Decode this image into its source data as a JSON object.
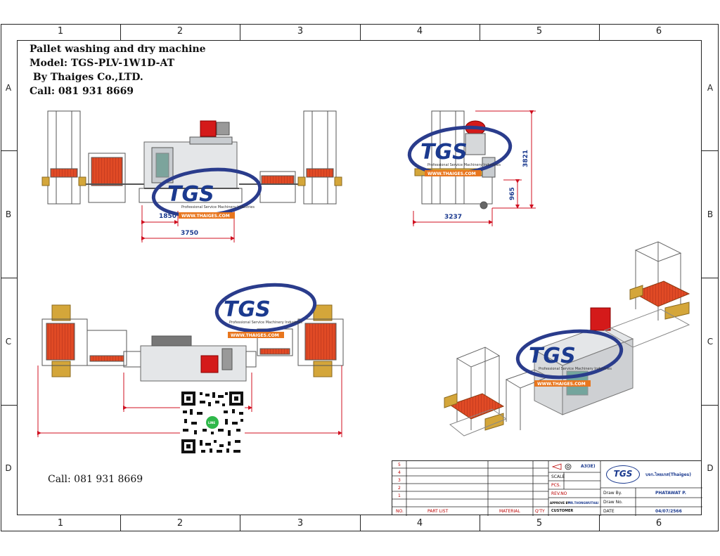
{
  "header": {
    "title": "Pallet washing and dry machine",
    "model": "Model: TGS-PLV-1W1D-AT",
    "by": " By Thaiges Co.,LTD.",
    "call": "Call: 081 931 8669"
  },
  "footer_call": "Call: 081 931 8669",
  "zones": {
    "columns": [
      "1",
      "2",
      "3",
      "4",
      "5",
      "6"
    ],
    "rows": [
      "A",
      "B",
      "C",
      "D"
    ]
  },
  "logo": {
    "text": "TGS",
    "tagline": "Professional Service Machinery Industries",
    "website": "WWW.THAIGES.COM"
  },
  "dimensions": {
    "front_view": [
      "1850",
      "3750"
    ],
    "side_view": [
      "3237",
      "3821",
      "965"
    ]
  },
  "qr": {
    "badge": "LINE"
  },
  "title_block": {
    "row_numbers": [
      "5",
      "4",
      "3",
      "2",
      "1"
    ],
    "col_no": "NO.",
    "col_part": "PART LIST",
    "col_material": "MATERIAL",
    "col_qty": "Q'TY",
    "customer": "CUSTOMER",
    "scale": "SCALE",
    "pcs": "PCS.",
    "rev": "REV.NO",
    "approve": "APPROVE BY",
    "approve_val": "MR.THONGWUTHAI",
    "size": "A3(IE)",
    "company": "บจก.ไทยเกส(Thaiges)",
    "drawn_by_label": "Draw By.",
    "drawn_by_val": "PHATAWAT P.",
    "draw_no_label": "Draw No.",
    "date_label": "DATE",
    "date_val": "04/07/2566"
  },
  "colors": {
    "frame": "#222222",
    "dimension": "#d01020",
    "logo_blue": "#1b3a8f",
    "logo_ring": "#2a3c8c",
    "logo_orange": "#e8761e",
    "pallet_orange": "#e04a25",
    "motor_red": "#d41a1a",
    "steel": "#9aa0a6",
    "yellow": "#d4a63a"
  }
}
